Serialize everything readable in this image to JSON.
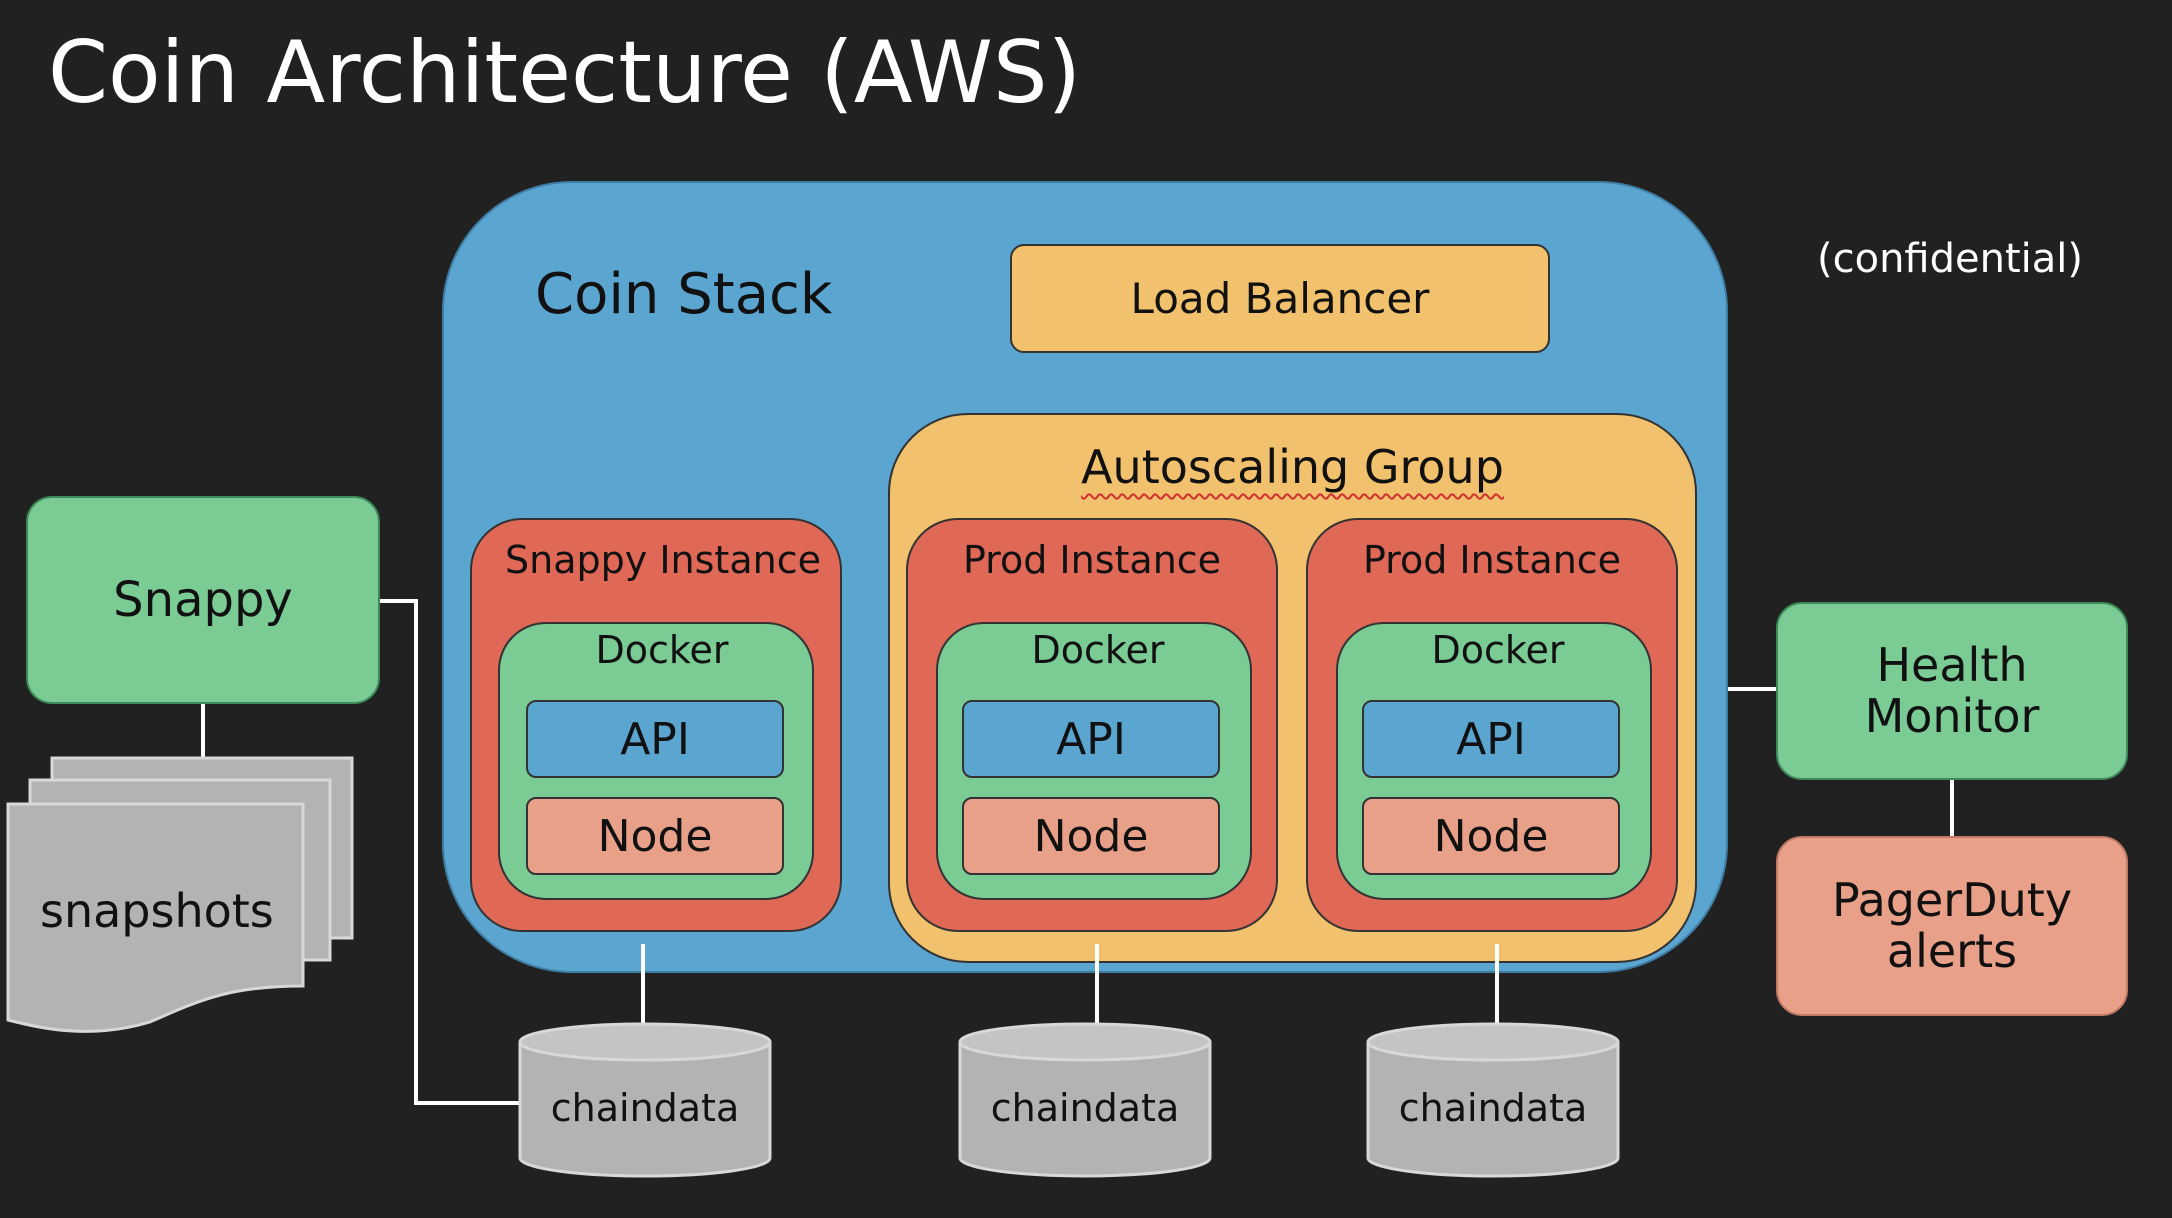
{
  "title": "Coin Architecture (AWS)",
  "confidential": "(confidential)",
  "coin_stack": {
    "label": "Coin Stack"
  },
  "load_balancer": {
    "label": "Load Balancer"
  },
  "autoscaling_group": {
    "label": "Autoscaling Group"
  },
  "instances": [
    {
      "label": "Snappy Instance",
      "docker": "Docker",
      "api": "API",
      "node": "Node"
    },
    {
      "label": "Prod Instance",
      "docker": "Docker",
      "api": "API",
      "node": "Node"
    },
    {
      "label": "Prod Instance",
      "docker": "Docker",
      "api": "API",
      "node": "Node"
    }
  ],
  "snappy": {
    "label": "Snappy"
  },
  "snapshots": {
    "label": "snapshots"
  },
  "health_monitor": {
    "line1": "Health",
    "line2": "Monitor"
  },
  "pagerduty": {
    "line1": "PagerDuty",
    "line2": "alerts"
  },
  "chaindata": [
    {
      "label": "chaindata"
    },
    {
      "label": "chaindata"
    },
    {
      "label": "chaindata"
    }
  ],
  "colors": {
    "background": "#212121",
    "stack_blue": "#5ba5d1",
    "orange": "#f1c16d",
    "red": "#df6857",
    "green": "#7acb94",
    "salmon": "#e8a089",
    "gray": "#b3b3b3"
  }
}
